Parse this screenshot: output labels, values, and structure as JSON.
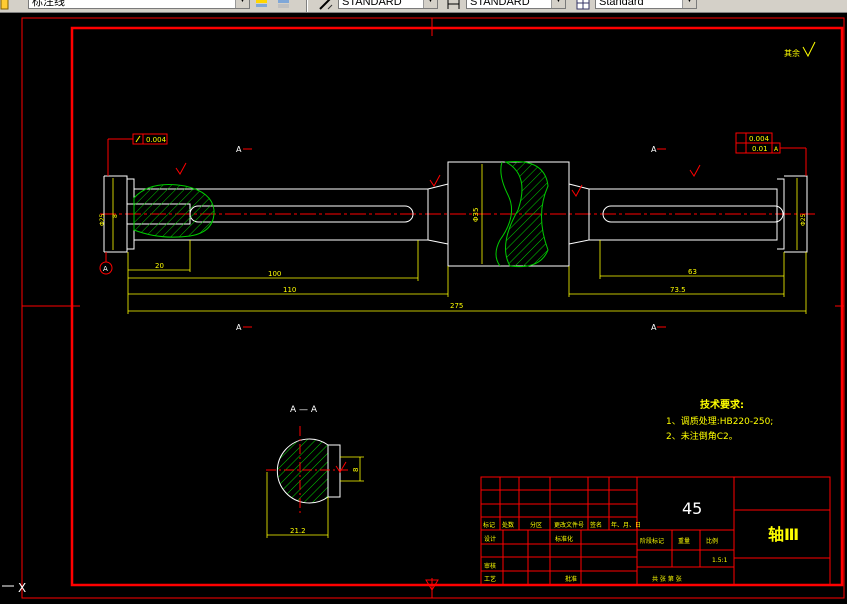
{
  "toolbar": {
    "layer_name": "标注线",
    "text_style": "STANDARD",
    "dim_style": "STANDARD",
    "table_style": "Standard"
  },
  "colors": {
    "border": "#ff0000",
    "outline": "#ffffff",
    "dimension": "#ffff00",
    "hatch": "#00cc00",
    "centerline": "#ff0000"
  },
  "drawing": {
    "roughness_mark": "其余",
    "tolerance_left": "0.004",
    "tolerance_right_1": "0.004",
    "tolerance_right_2": "0.01",
    "datum_label": "A",
    "section_marker": "A",
    "dims": {
      "d20": "20",
      "d100": "100",
      "d110": "110",
      "d275": "275",
      "d63": "63",
      "d73_5": "73.5",
      "d_center": "Φ35",
      "d_left": "Φ25",
      "d_right": "Φ25",
      "d_keyway": "8"
    },
    "section_title": "A — A",
    "section_dims": {
      "width": "21.2",
      "key": "8"
    },
    "tech_req": {
      "title": "技术要求:",
      "line1": "1、调质处理:HB220-250;",
      "line2": "2、未注倒角C2。"
    },
    "title_block": {
      "material": "45",
      "part_name": "轴Ⅲ",
      "scale": "1.5:1",
      "label_stage": "阶段标记",
      "label_weight": "重量",
      "label_scale": "比例",
      "label_sheets": "共  张  第  张",
      "row1": [
        "标记",
        "处数",
        "分区",
        "更改文件号",
        "签名",
        "年、月、日"
      ],
      "row2": [
        "设计",
        "标准化"
      ],
      "row3": [
        "审核"
      ],
      "row4": [
        "工艺",
        "批准"
      ]
    }
  }
}
